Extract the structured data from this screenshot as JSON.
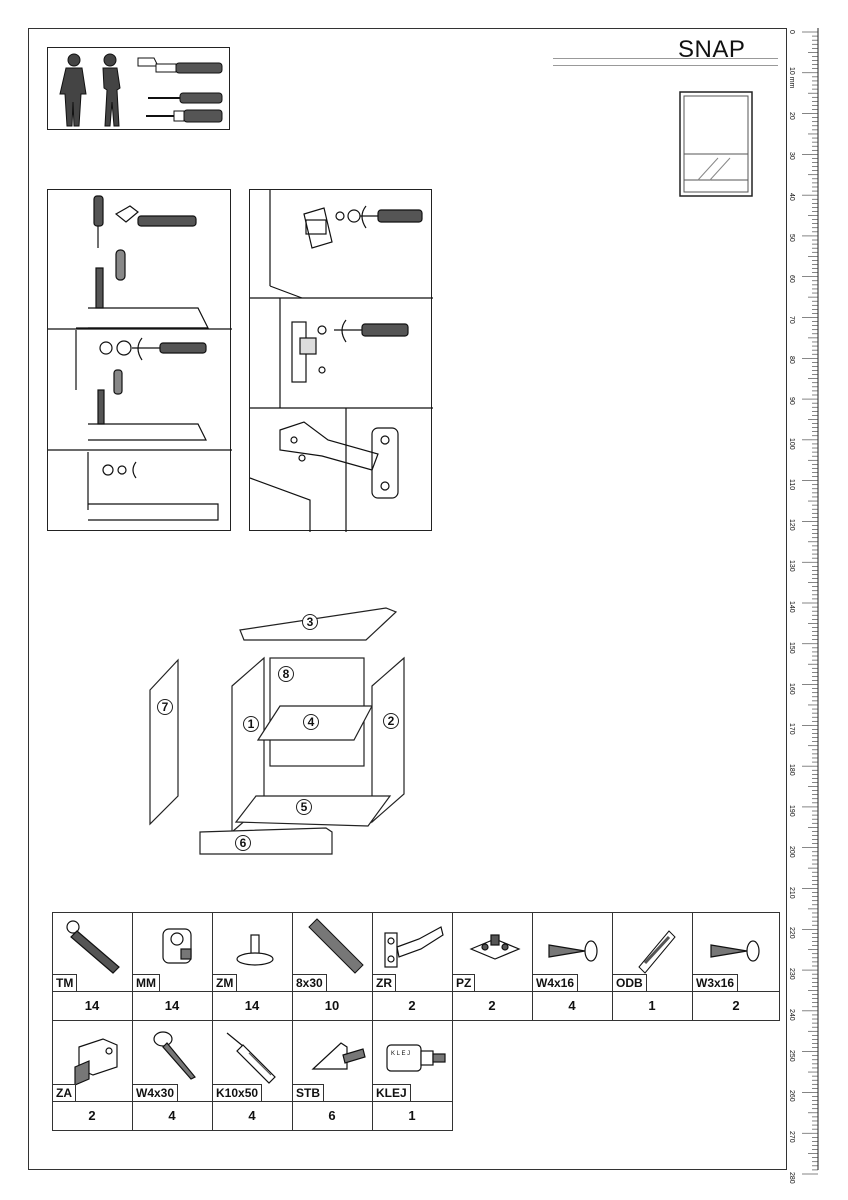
{
  "header": {
    "title": "SNAP"
  },
  "ruler": {
    "unit_label": "10 mm",
    "ticks": [
      "0",
      "20",
      "30",
      "40",
      "50",
      "60",
      "70",
      "80",
      "90",
      "100",
      "110",
      "120",
      "130",
      "140",
      "150",
      "160",
      "170",
      "180",
      "190",
      "200",
      "210",
      "220",
      "230",
      "240",
      "250",
      "260",
      "270",
      "280"
    ]
  },
  "exploded_view": {
    "part_numbers": [
      "3",
      "8",
      "7",
      "1",
      "4",
      "2",
      "5",
      "6"
    ]
  },
  "hardware": {
    "row1": [
      {
        "code": "TM",
        "qty": "14",
        "icon": "cam-bolt-icon"
      },
      {
        "code": "MM",
        "qty": "14",
        "icon": "cam-lock-icon"
      },
      {
        "code": "ZM",
        "qty": "14",
        "icon": "cap-icon"
      },
      {
        "code": "8x30",
        "qty": "10",
        "icon": "wood-dowel-icon"
      },
      {
        "code": "ZR",
        "qty": "2",
        "icon": "hinge-icon"
      },
      {
        "code": "PZ",
        "qty": "2",
        "icon": "mounting-plate-icon"
      },
      {
        "code": "W4x16",
        "qty": "4",
        "icon": "screw-icon"
      },
      {
        "code": "ODB",
        "qty": "1",
        "icon": "reflector-icon"
      },
      {
        "code": "W3x16",
        "qty": "2",
        "icon": "screw-icon"
      }
    ],
    "row2": [
      {
        "code": "ZA",
        "qty": "2",
        "icon": "hanger-icon"
      },
      {
        "code": "W4x30",
        "qty": "4",
        "icon": "long-screw-icon"
      },
      {
        "code": "K10x50",
        "qty": "4",
        "icon": "wall-plug-icon"
      },
      {
        "code": "STB",
        "qty": "6",
        "icon": "shelf-support-icon"
      },
      {
        "code": "KLEJ",
        "qty": "1",
        "icon": "glue-bottle-icon"
      }
    ]
  }
}
